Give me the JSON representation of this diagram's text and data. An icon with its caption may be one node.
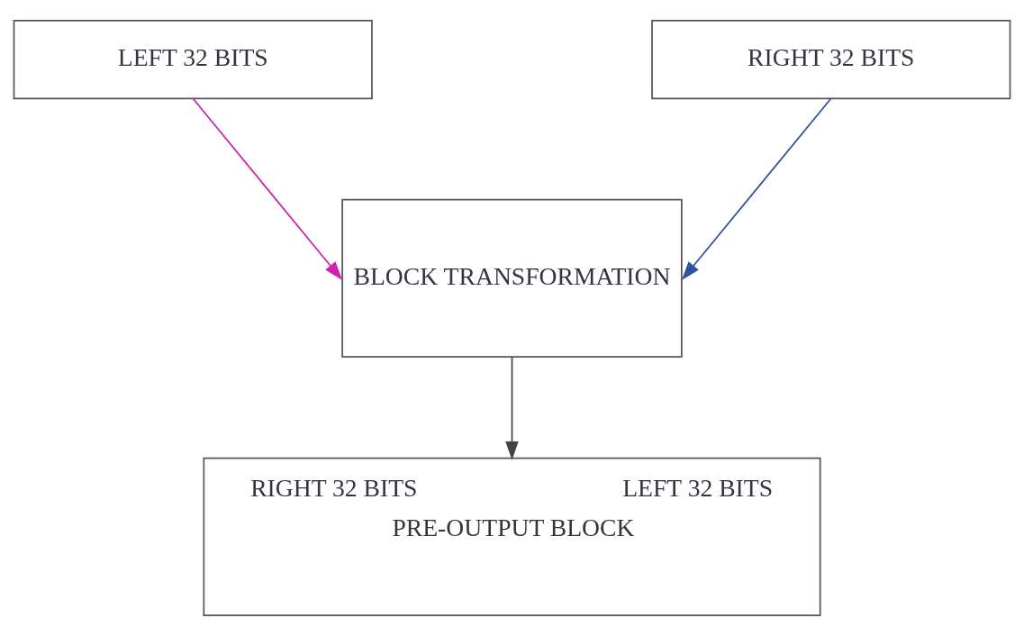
{
  "diagram": {
    "nodes": [
      {
        "text": [
          "LEFT 32 BITS"
        ]
      },
      {
        "text": [
          "RIGHT 32 BITS"
        ]
      },
      {
        "text": [
          "BLOCK TRANSFORMATION"
        ]
      },
      {
        "text": [
          "RIGHT 32 BITS",
          "LEFT 32 BITS",
          "PRE-OUTPUT BLOCK"
        ]
      }
    ],
    "edges": [
      {
        "from": 0,
        "to": 2,
        "arrow": "to",
        "color": "#d020b0"
      },
      {
        "from": 1,
        "to": 2,
        "arrow": "to",
        "color": "#3050a0"
      },
      {
        "from": 2,
        "to": 3,
        "arrow": "to",
        "color": "#444444"
      }
    ]
  }
}
